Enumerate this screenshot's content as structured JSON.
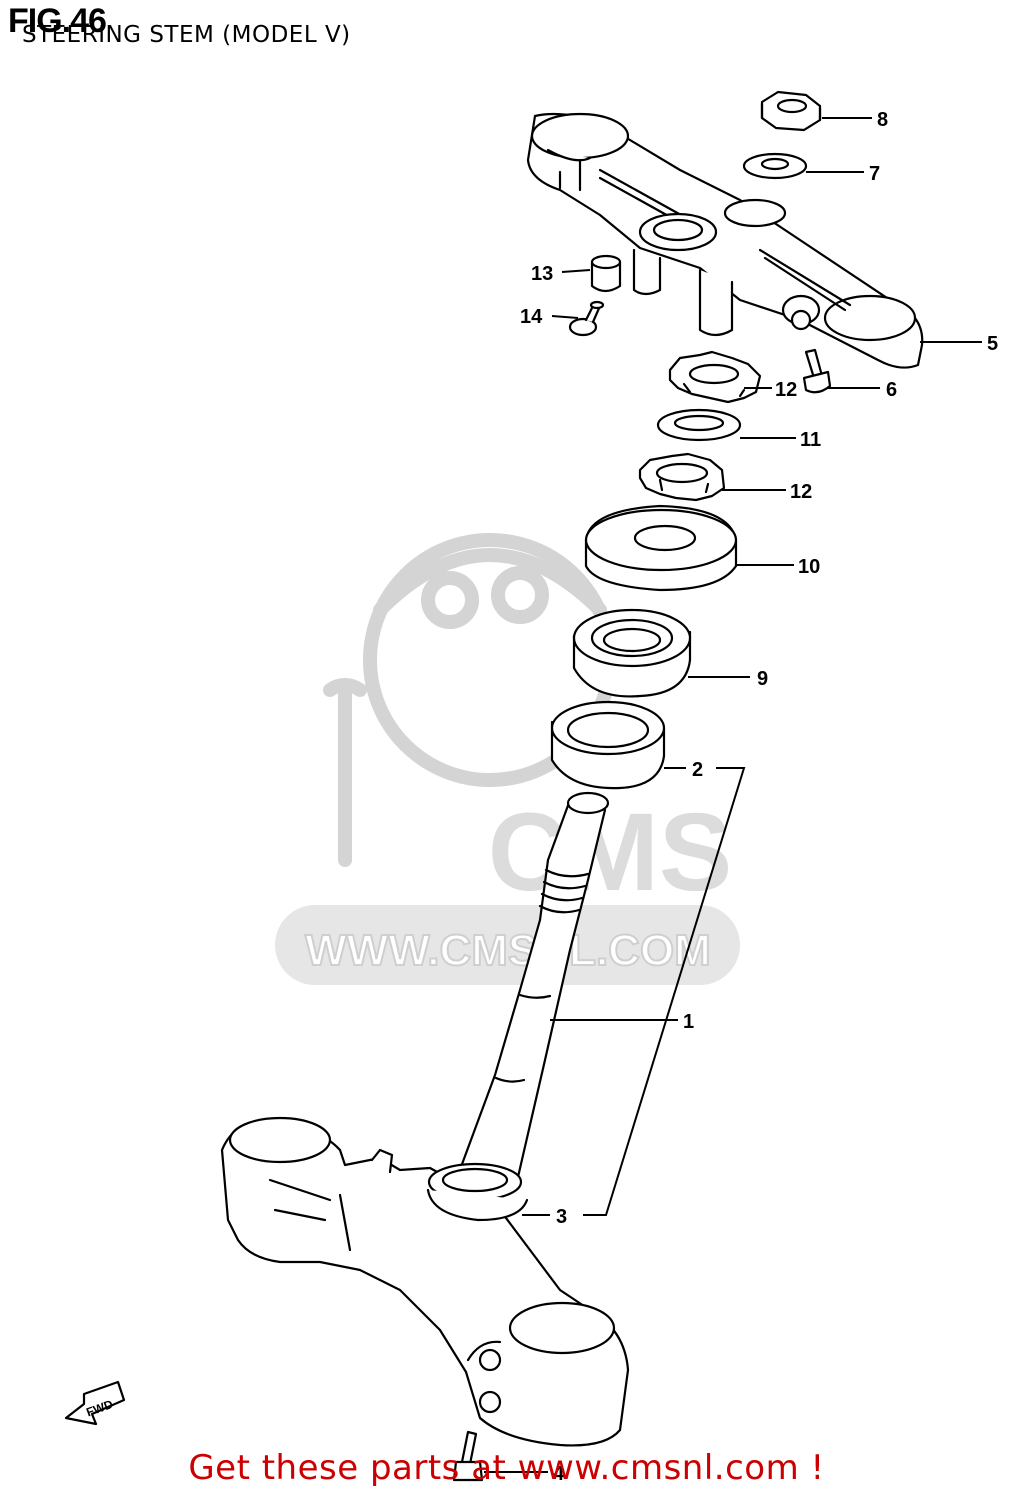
{
  "figure": {
    "number": "FIG.46",
    "title": "STEERING STEM (MODEL V)"
  },
  "watermark": {
    "logo_text": "CMS",
    "url_text": "WWW.CMSNL.COM"
  },
  "fwd_arrow_label": "FWD",
  "callouts": [
    {
      "id": "8",
      "label": "8"
    },
    {
      "id": "7",
      "label": "7"
    },
    {
      "id": "13",
      "label": "13"
    },
    {
      "id": "14",
      "label": "14"
    },
    {
      "id": "5",
      "label": "5"
    },
    {
      "id": "12a",
      "label": "12"
    },
    {
      "id": "6",
      "label": "6"
    },
    {
      "id": "11",
      "label": "11"
    },
    {
      "id": "12b",
      "label": "12"
    },
    {
      "id": "10",
      "label": "10"
    },
    {
      "id": "9",
      "label": "9"
    },
    {
      "id": "2",
      "label": "2"
    },
    {
      "id": "1",
      "label": "1"
    },
    {
      "id": "3",
      "label": "3"
    },
    {
      "id": "4",
      "label": "4"
    }
  ],
  "footer_text": "Get these parts at www.cmsnl.com !"
}
